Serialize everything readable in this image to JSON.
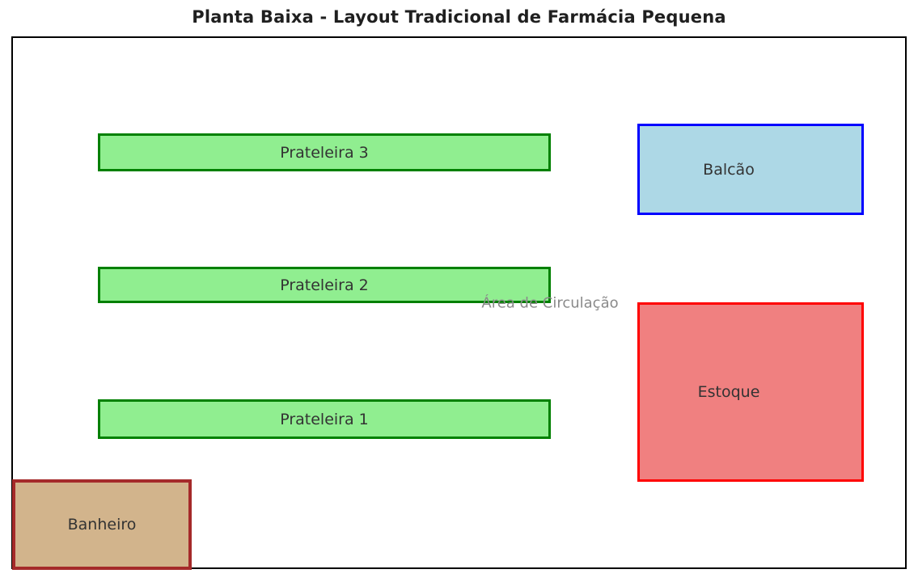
{
  "title": "Planta Baixa - Layout Tradicional de Farmácia Pequena",
  "circulation_label": "Área de Circulação",
  "colors": {
    "boundary": "#000000",
    "title_text": "#1f1f1f",
    "room_text": "#333333",
    "circulation_text": "#8a8a8a"
  },
  "rooms": [
    {
      "id": "prateleira-3",
      "label": "Prateleira 3",
      "fill": "#90EE90",
      "border": "#008000"
    },
    {
      "id": "prateleira-2",
      "label": "Prateleira 2",
      "fill": "#90EE90",
      "border": "#008000"
    },
    {
      "id": "prateleira-1",
      "label": "Prateleira 1",
      "fill": "#90EE90",
      "border": "#008000"
    },
    {
      "id": "balcao",
      "label": "Balcão",
      "fill": "#ADD8E6",
      "border": "#0000FF"
    },
    {
      "id": "estoque",
      "label": "Estoque",
      "fill": "#F08080",
      "border": "#FF0000"
    },
    {
      "id": "banheiro",
      "label": "Banheiro",
      "fill": "#D2B48C",
      "border": "#A52A2A"
    }
  ]
}
